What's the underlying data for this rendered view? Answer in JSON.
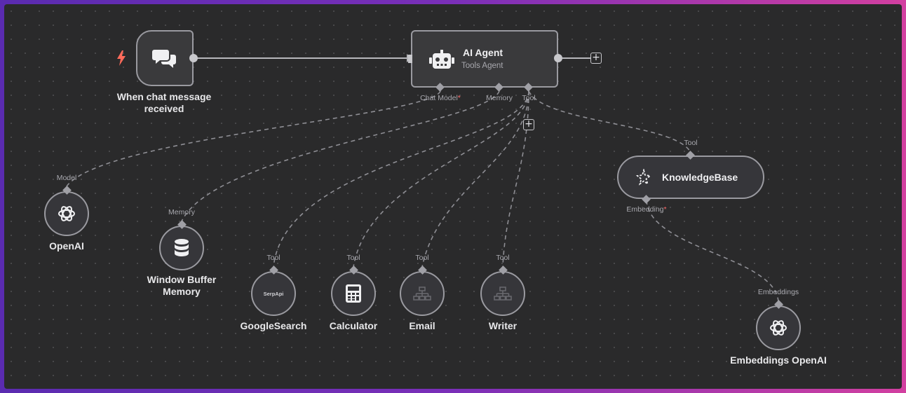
{
  "trigger": {
    "label": "When chat message received",
    "icon": "chat-bubbles-icon",
    "bolt_icon": "lightning-bolt-icon"
  },
  "agent": {
    "title": "AI Agent",
    "subtitle": "Tools Agent",
    "icon": "robot-icon",
    "ports": {
      "chat_model": "Chat Model",
      "memory": "Memory",
      "tool": "Tool"
    }
  },
  "nodes": {
    "openai": {
      "label": "OpenAI",
      "port": "Model",
      "icon": "openai-icon"
    },
    "memory": {
      "label": "Window Buffer Memory",
      "port": "Memory",
      "icon": "database-icon"
    },
    "googlesearch": {
      "label": "GoogleSearch",
      "port": "Tool",
      "icon_text": "SerpApi"
    },
    "calculator": {
      "label": "Calculator",
      "port": "Tool",
      "icon": "calculator-icon"
    },
    "email": {
      "label": "Email",
      "port": "Tool",
      "icon": "workflow-icon"
    },
    "writer": {
      "label": "Writer",
      "port": "Tool",
      "icon": "workflow-icon"
    },
    "knowledgebase": {
      "label": "KnowledgeBase",
      "port_top": "Tool",
      "port_bottom": "Embedding",
      "icon": "sparkle-icon"
    },
    "embeddings": {
      "label": "Embeddings OpenAI",
      "port": "Embeddings",
      "icon": "openai-icon"
    }
  },
  "required_marker": "*",
  "plus_symbol": "+",
  "colors": {
    "background": "#2a2a2b",
    "node_fill": "#3a3a3c",
    "border": "#9a9aa0",
    "trigger_bolt": "#ff6b5b",
    "required": "#ff6b6b"
  }
}
